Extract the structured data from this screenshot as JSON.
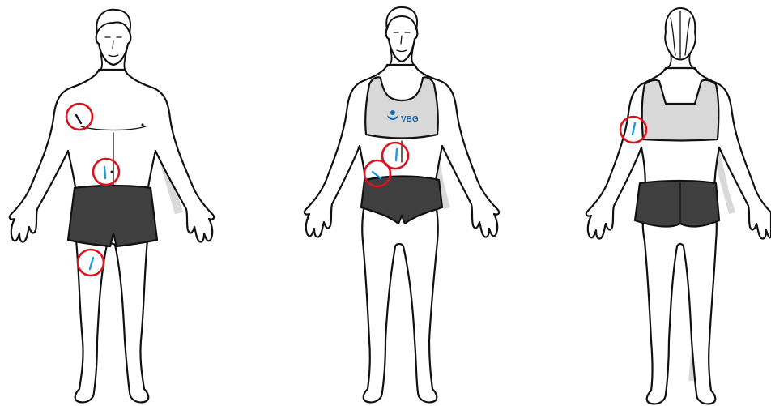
{
  "logo": {
    "text": "VBG"
  },
  "colors": {
    "marker": "#d9141e",
    "injection": "#1e9ad6",
    "shorts": "#3f3f3f",
    "top": "#d8d8d8",
    "shade": "#d9d9d9",
    "logo": "#1565b0"
  },
  "figures": [
    {
      "id": "male-front",
      "injection_sites": [
        "right-shoulder",
        "abdomen",
        "thigh"
      ]
    },
    {
      "id": "female-front",
      "injection_sites": [
        "upper-abdomen",
        "lower-abdomen"
      ]
    },
    {
      "id": "female-back",
      "injection_sites": [
        "upper-arm"
      ]
    }
  ]
}
